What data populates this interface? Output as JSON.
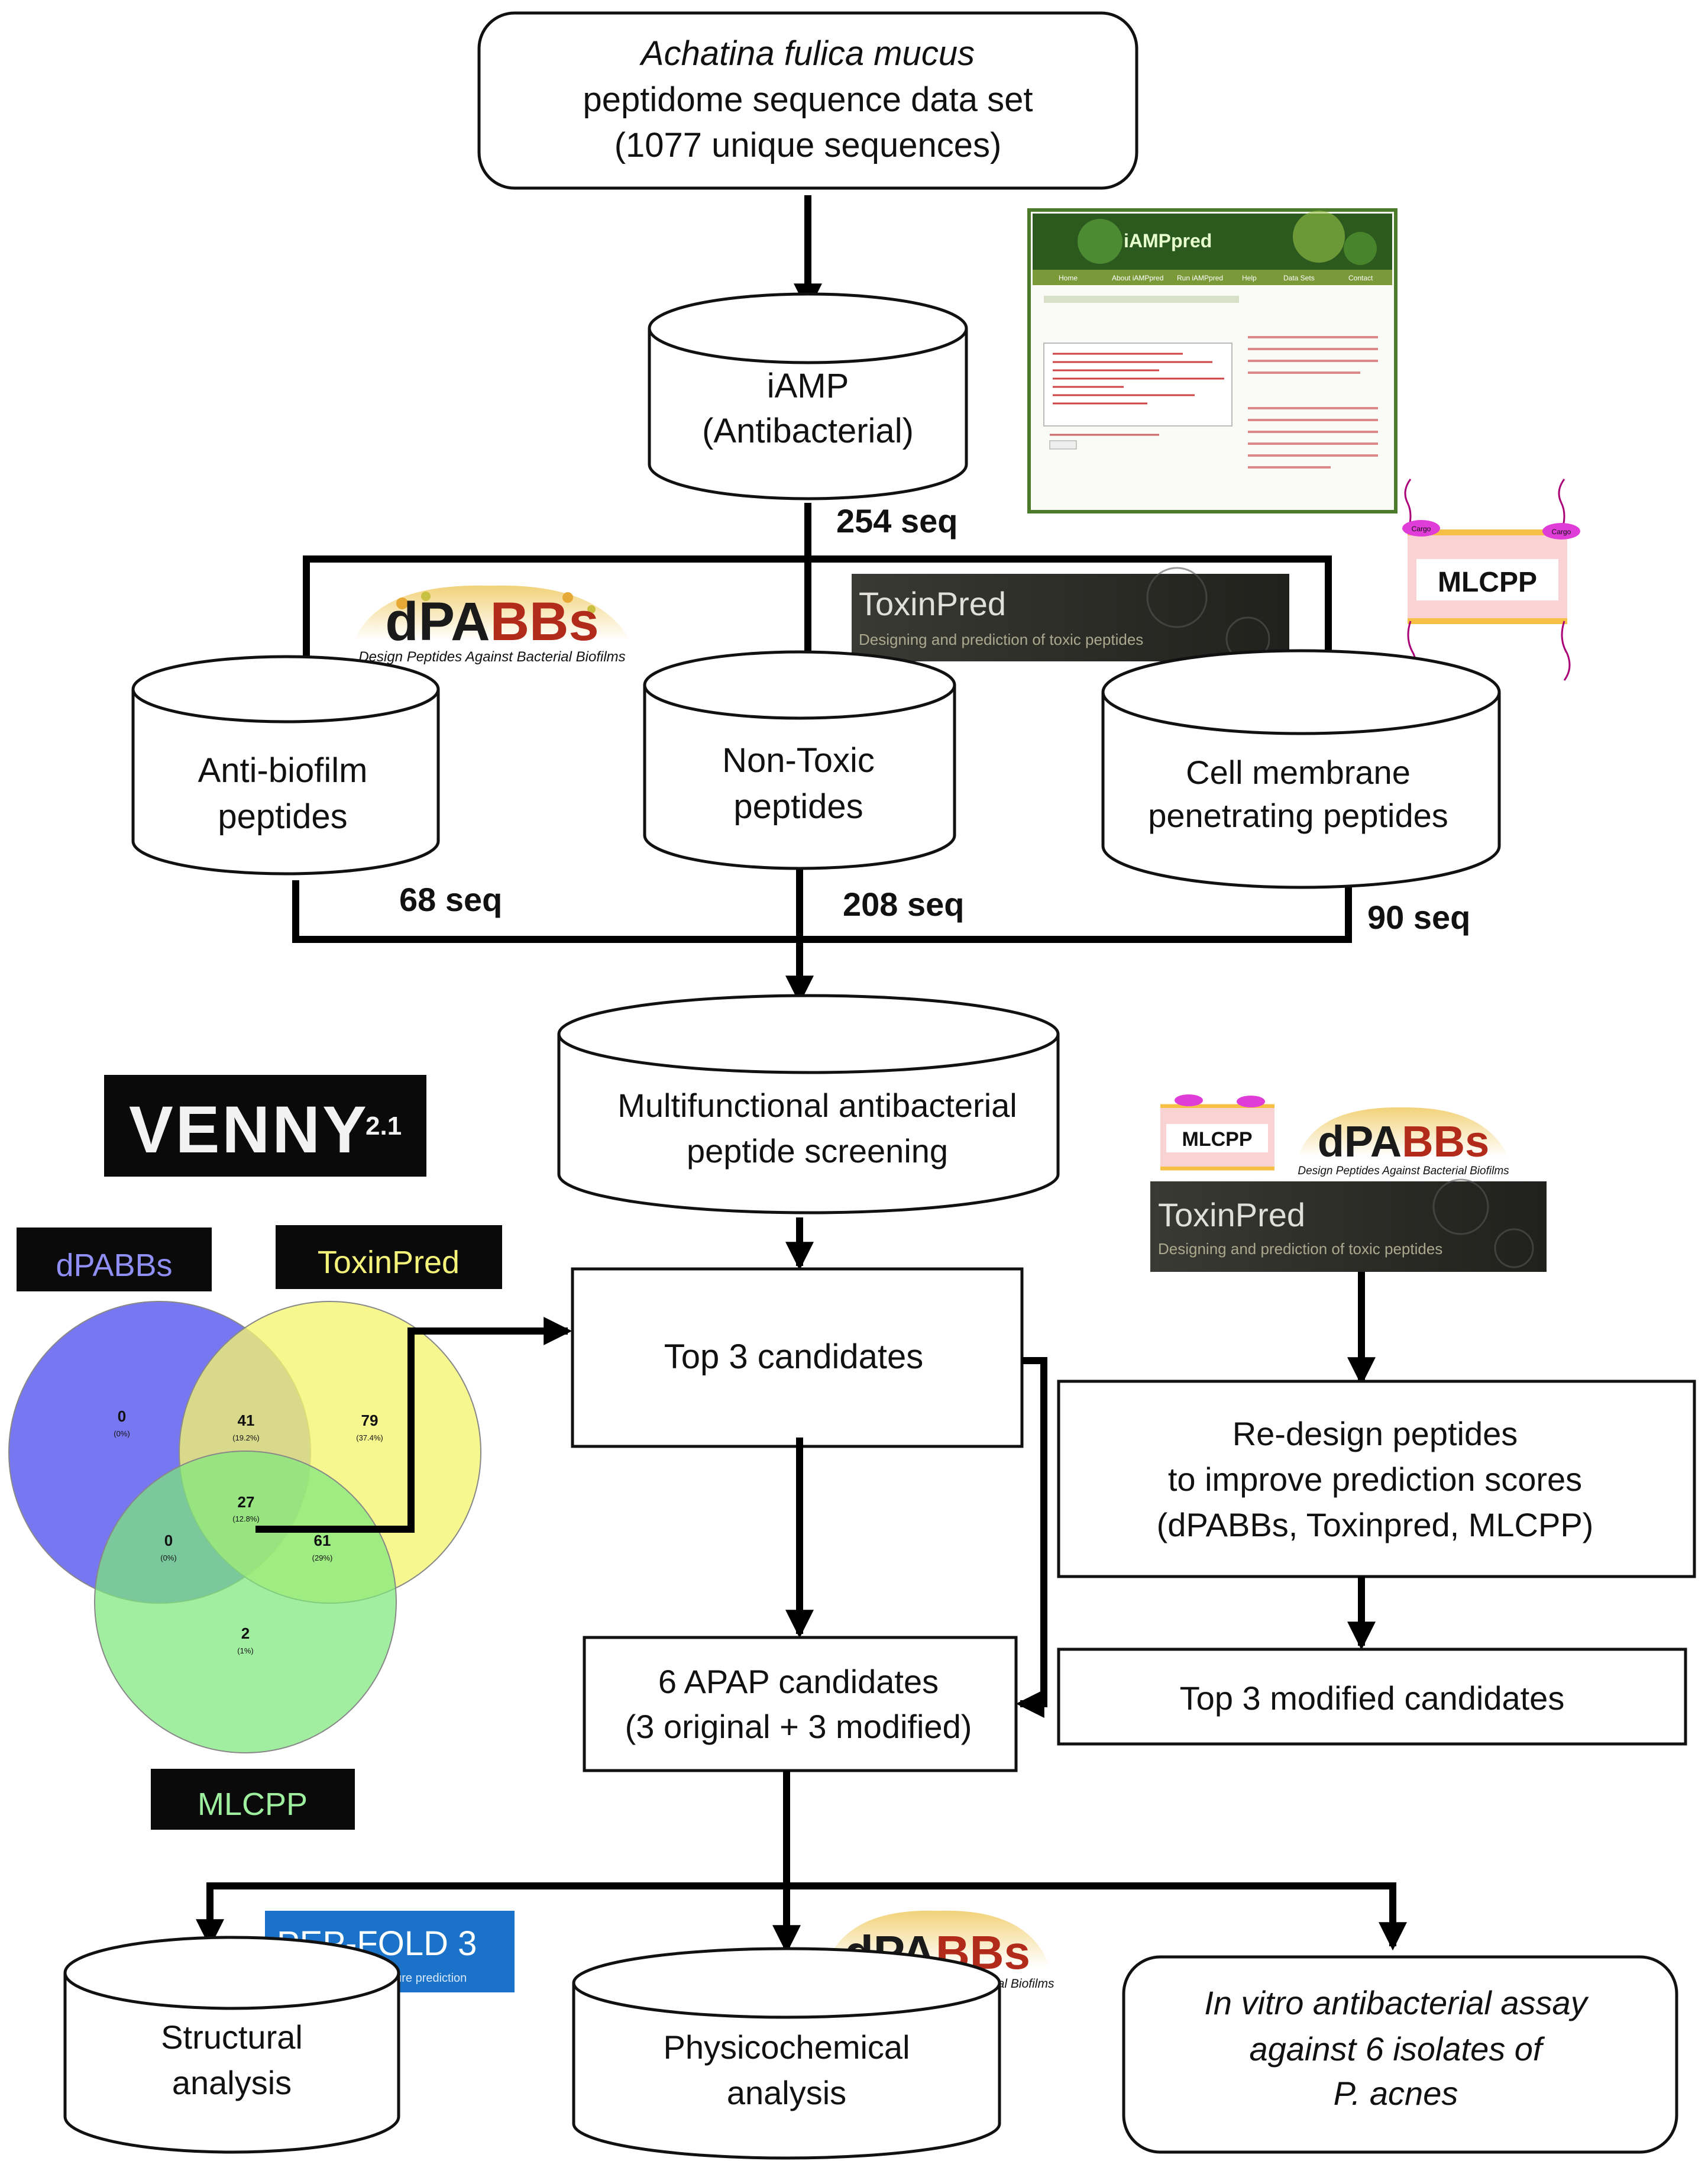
{
  "source_box": {
    "title_italic": "Achatina fulica mucus",
    "line2": "peptidome sequence data set",
    "line3": "(1077 unique sequences)"
  },
  "iamp": {
    "line1": "iAMP",
    "line2": "(Antibacterial)",
    "count": "254 seq"
  },
  "iamp_screenshot": {
    "banner": "iAMPpred",
    "menu": [
      "Home",
      "About iAMPpred",
      "Run iAMPpred",
      "Help",
      "Data Sets",
      "Contact"
    ]
  },
  "branches": {
    "antibiofilm": {
      "line1": "Anti-biofilm",
      "line2": "peptides",
      "count": "68 seq"
    },
    "nontoxic": {
      "line1": "Non-Toxic",
      "line2": "peptides",
      "count": "208 seq"
    },
    "cellmembrane": {
      "line1": "Cell membrane",
      "line2": "penetrating peptides",
      "count": "90 seq"
    }
  },
  "logos": {
    "dpabbs": {
      "name": "dPABBs",
      "tagline": "Design Peptides Against Bacterial Biofilms"
    },
    "toxinpred": {
      "name": "ToxinPred",
      "tagline": "Designing and prediction of toxic peptides"
    },
    "mlcpp": {
      "name": "MLCPP",
      "cargo": "Cargo"
    },
    "venny": {
      "name": "VENNY",
      "version": "2.1"
    },
    "pepfold": {
      "name": "PEP-FOLD 3",
      "tagline": "De novo peptide structure prediction"
    }
  },
  "screening": {
    "line1": "Multifunctional antibacterial",
    "line2": "peptide screening"
  },
  "venn": {
    "labels": {
      "a": "dPABBs",
      "b": "ToxinPred",
      "c": "MLCPP"
    },
    "regions": [
      {
        "id": "a_only",
        "count": "0",
        "pct": "(0%)"
      },
      {
        "id": "ab",
        "count": "41",
        "pct": "(19.2%)"
      },
      {
        "id": "b_only",
        "count": "79",
        "pct": "(37.4%)"
      },
      {
        "id": "abc",
        "count": "27",
        "pct": "(12.8%)"
      },
      {
        "id": "ac",
        "count": "0",
        "pct": "(0%)"
      },
      {
        "id": "bc",
        "count": "61",
        "pct": "(29%)"
      },
      {
        "id": "c_only",
        "count": "2",
        "pct": "(1%)"
      }
    ],
    "colors": {
      "a": "#6b6bf0",
      "b": "#f5f570",
      "c": "#7de87d"
    }
  },
  "top3": {
    "label": "Top 3 candidates"
  },
  "redesign": {
    "line1": "Re-design peptides",
    "line2": "to improve prediction scores",
    "line3": "(dPABBs, Toxinpred, MLCPP)"
  },
  "top3mod": {
    "label": "Top 3 modified candidates"
  },
  "apap": {
    "line1": "6 APAP candidates",
    "line2": "(3 original + 3 modified)"
  },
  "outputs": {
    "structural": {
      "line1": "Structural",
      "line2": "analysis"
    },
    "physico": {
      "line1": "Physicochemical",
      "line2": "analysis"
    },
    "invitro": {
      "line1": "In vitro antibacterial assay",
      "line2": "against 6 isolates of",
      "line3": "P. acnes"
    }
  }
}
